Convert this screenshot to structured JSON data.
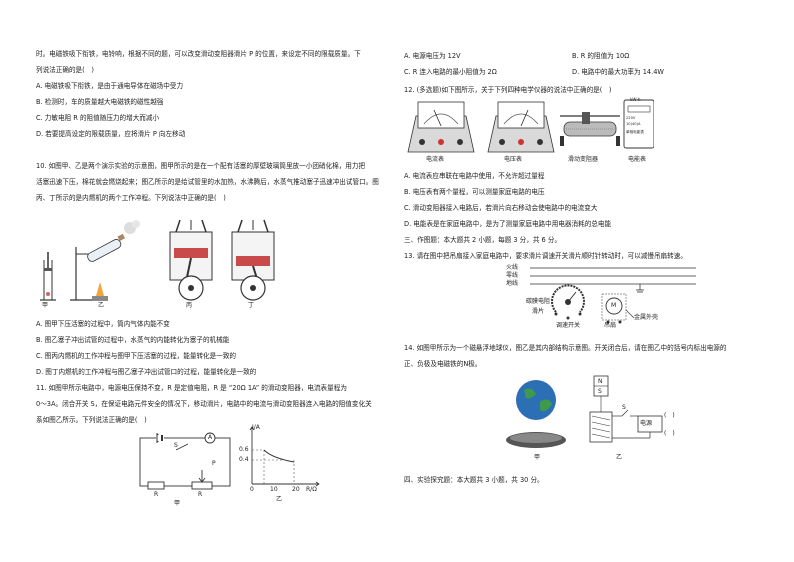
{
  "q9": {
    "lines": [
      "时。电磁铁吸下衔铁，电铃响，根据不同的题，可以改变滑动变阻器滑片 P 的位置，来设定不同的限载质量。下",
      "列说法正确的是(　)"
    ],
    "options": [
      "A. 电磁铁吸下衔铁，是由于通电导体在磁场中受力",
      "B. 检测时，车的质量越大电磁铁的磁性越强",
      "C. 力敏电阻 R 的阻值随压力的增大而减小",
      "D. 若要提高设定的限载质量，应将滑片 P 向左移动"
    ]
  },
  "q10": {
    "lines": [
      "10. 如图甲、乙是两个演示实验的示意图，图甲所示的是在一个配有活塞的厚壁玻璃筒里放一小团硝化棉，用力把",
      "活塞迅速下压，棉花就会燃烧起来；图乙所示的是给试管里的水加热，水沸腾后，水蒸气推动塞子迅速冲出试管口。图",
      "丙、丁所示的是内燃机的两个工作冲程。下列说法中正确的是(　)"
    ],
    "fig_labels": [
      "甲",
      "乙",
      "丙",
      "丁"
    ],
    "options": [
      "A. 图甲下压活塞的过程中，筒内气体内能不变",
      "B. 图乙塞子冲出试管的过程中，水蒸气的内能转化为塞子的机械能",
      "C. 图丙内燃机的工作冲程与图甲下压活塞的过程，能量转化是一致的",
      "D. 图丁内燃机的工作冲程与图乙塞子冲出试管口的过程，能量转化是一致的"
    ]
  },
  "q11": {
    "lines": [
      "11. 如图甲所示电路中，电源电压保持不变，R 是定值电阻，R 是 “20Ω 1A” 的滑动变阻器，电流表量程为",
      "0～3A。闭合开关 S，在保证电路元件安全的情况下，移动滑片，电路中的电流与滑动变阻器连入电路的阻值变化关",
      "系如图乙所示。下列说法正确的是(　)"
    ],
    "circuit_labels": [
      "S",
      "A",
      "P",
      "R",
      "R",
      "甲"
    ],
    "graph": {
      "ylabel": "I/A",
      "xlabel": "R/Ω",
      "yticks": [
        "0.6",
        "0.4"
      ],
      "xticks": [
        "0",
        "10",
        "20"
      ],
      "caption": "乙"
    }
  },
  "q11_options_right": [
    "A. 电源电压为 12V",
    "B. R 的阻值为 10Ω",
    "C. R 连入电路的最小阻值为 2Ω",
    "D. 电路中的最大功率为 14.4W"
  ],
  "q12": {
    "title": "12. (多选题)如下图所示，关于下列四种电学仪器的说法中正确的是(　)",
    "instrument_labels": [
      "电流表",
      "电压表",
      "滑动变阻器",
      "电能表"
    ],
    "meter_texts": [
      "kW·h",
      "220V",
      "10(40)A",
      "单相电能表"
    ],
    "options": [
      "A. 电流表应串联在电路中使用，不允许超过量程",
      "B. 电压表有两个量程，可以测量家庭电路的电压",
      "C. 滑动变阻器接入电路后，若滑片向右移动会使电路中的电流变大",
      "D. 电能表是在家庭电路中，是为了测量家庭电路中用电器消耗的总电能"
    ]
  },
  "section3": "三、作图题：本大题共 2 小题，每题 3 分，共 6 分。",
  "q13": {
    "text": "13. 请在图中把吊扇接入家庭电路中，要求滑片调速开关滑片顺时针转动时，可以减慢吊扇转速。",
    "labels": [
      "火线",
      "零线",
      "地线",
      "碳膜电阻",
      "滑片",
      "调速开关",
      "M",
      "吊扇",
      "金属外壳"
    ]
  },
  "q14": {
    "lines": [
      "14. 如图甲所示为一个磁悬浮地球仪，图乙是其内部结构示意图。开关闭合后，请在图乙中的括号内标出电源的",
      "正、负极及电磁铁的N极。"
    ],
    "labels": [
      "N",
      "S",
      "S",
      "电源",
      "(　)",
      "(　)",
      "甲",
      "乙"
    ]
  },
  "section4": "四、实验探究题：本大题共 3 小题，共 30 分。"
}
